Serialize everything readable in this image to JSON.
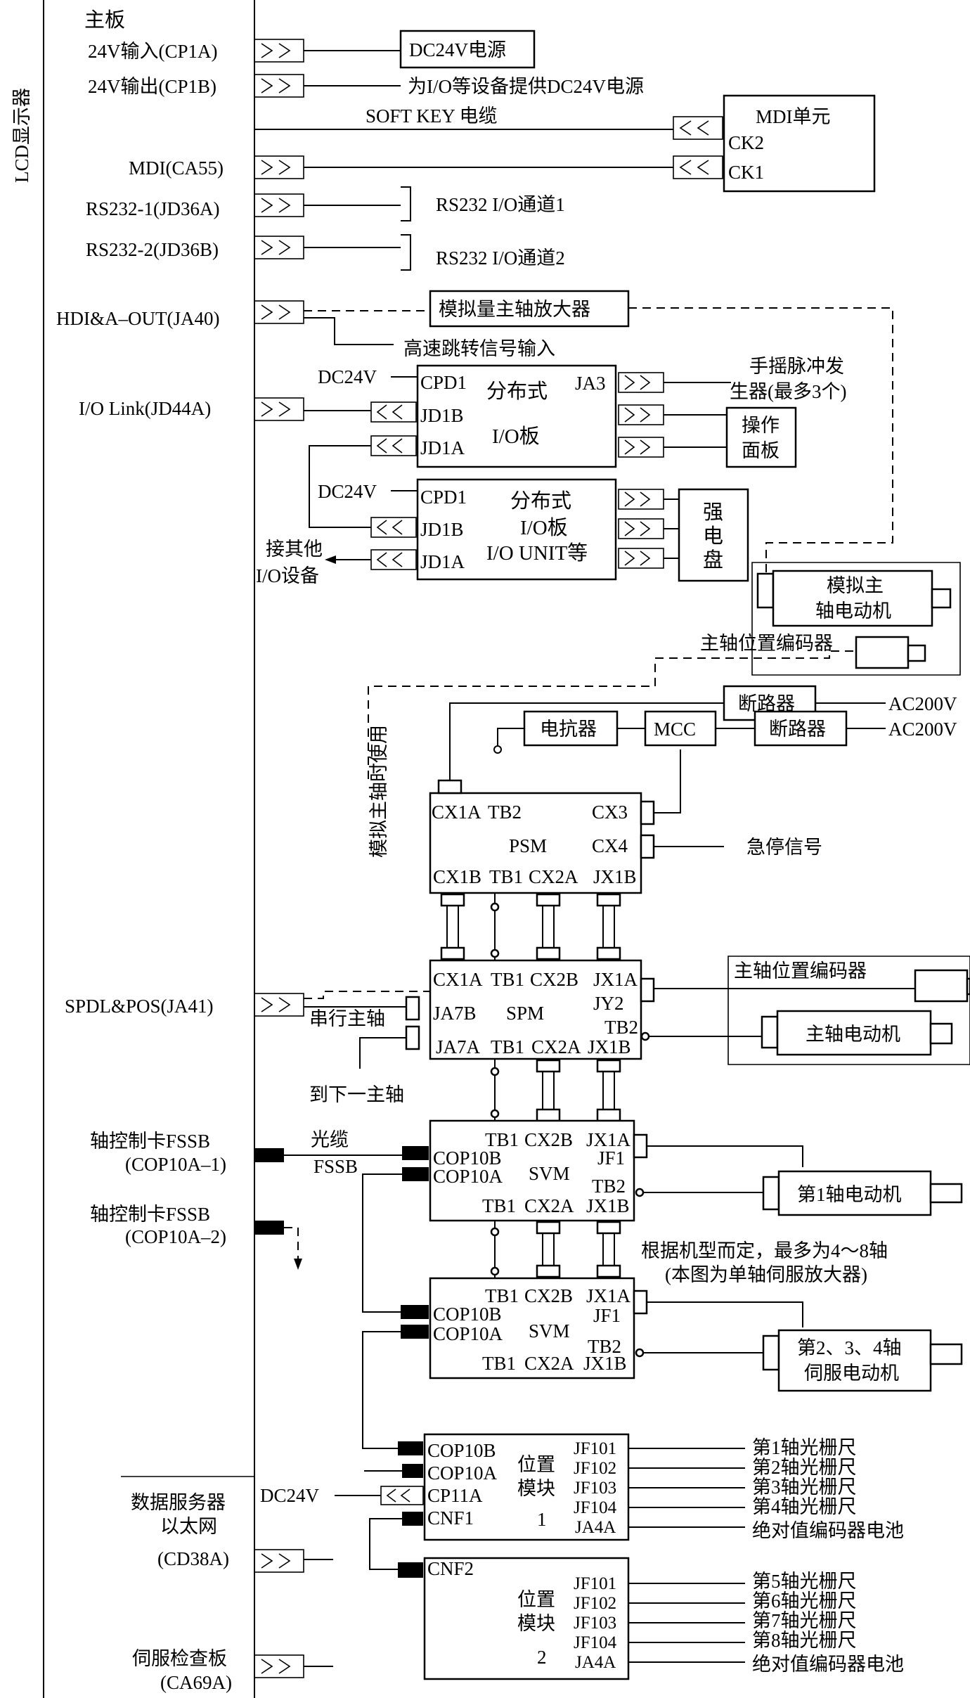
{
  "lcd": "LCD显示器",
  "mainboard": {
    "title": "主板",
    "ports": [
      "24V输入(CP1A)",
      "24V输出(CP1B)",
      "MDI(CA55)",
      "RS232-1(JD36A)",
      "RS232-2(JD36B)",
      "HDI&A–OUT(JA40)",
      "I/O Link(JD44A)",
      "SPDL&POS(JA41)",
      "轴控制卡FSSB",
      "(COP10A–1)",
      "轴控制卡FSSB",
      "(COP10A–2)"
    ],
    "lower_ports": [
      "数据服务器",
      "以太网",
      "(CD38A)",
      "伺服检查板",
      "(CA69A)"
    ]
  },
  "top": {
    "dc_power": "DC24V电源",
    "dc_provide": "为I/O等设备提供DC24V电源",
    "softkey": "SOFT KEY 电缆",
    "mdi_unit": "MDI单元",
    "ck2": "CK2",
    "ck1": "CK1",
    "rs_ch1": "RS232 I/O通道1",
    "rs_ch2": "RS232 I/O通道2",
    "analog_amp": "模拟量主轴放大器",
    "skip_input": "高速跳转信号输入"
  },
  "io": {
    "dc24v": "DC24V",
    "cpd1": "CPD1",
    "jd1b": "JD1B",
    "jd1a": "JD1A",
    "ja3": "JA3",
    "dist": "分布式",
    "ioboard": "I/O板",
    "iounit": "I/O UNIT等",
    "mpg_1": "手摇脉冲发",
    "mpg_2": "生器(最多3个)",
    "op_1": "操作",
    "op_2": "面板",
    "cab_1": "强",
    "cab_2": "电",
    "cab_3": "盘",
    "other_1": "接其他",
    "other_2": "I/O设备"
  },
  "spindle": {
    "analog_motor_1": "模拟主",
    "analog_motor_2": "轴电动机",
    "encoder": "主轴位置编码器",
    "analog_use": "模拟主轴时使用",
    "breaker": "断路器",
    "ac200v": "AC200V",
    "reactor": "电抗器",
    "mcc": "MCC",
    "estop": "急停信号",
    "serial": "串行主轴",
    "next_spindle": "到下一主轴",
    "spindle_motor": "主轴电动机"
  },
  "psm": {
    "cx1a": "CX1A",
    "tb2": "TB2",
    "cx3": "CX3",
    "name": "PSM",
    "cx4": "CX4",
    "cx1b": "CX1B",
    "tb1": "TB1",
    "cx2a": "CX2A",
    "jx1b": "JX1B"
  },
  "spm": {
    "cx1a": "CX1A",
    "tb1": "TB1",
    "cx2b": "CX2B",
    "jx1a": "JX1A",
    "ja7b": "JA7B",
    "name": "SPM",
    "jy2": "JY2",
    "tb2": "TB2",
    "ja7a": "JA7A",
    "tb1b": "TB1",
    "cx2a": "CX2A",
    "jx1b": "JX1B"
  },
  "svm1": {
    "cop10b": "COP10B",
    "cop10a": "COP10A",
    "tb1": "TB1",
    "cx2b": "CX2B",
    "jx1a": "JX1A",
    "jf1": "JF1",
    "name": "SVM",
    "tb2": "TB2",
    "tb1b": "TB1",
    "cx2a": "CX2A",
    "jx1b": "JX1B",
    "motor": "第1轴电动机"
  },
  "fssb": {
    "cable": "光缆",
    "name": "FSSB"
  },
  "note": {
    "l1": "根据机型而定，最多为4～8轴",
    "l2": "(本图为单轴伺服放大器)"
  },
  "svm2": {
    "cop10b": "COP10B",
    "cop10a": "COP10A",
    "tb1": "TB1",
    "cx2b": "CX2B",
    "jx1a": "JX1A",
    "jf1": "JF1",
    "name": "SVM",
    "tb2": "TB2",
    "tb1b": "TB1",
    "cx2a": "CX2A",
    "jx1b": "JX1B",
    "motor_1": "第2、3、4轴",
    "motor_2": "伺服电动机"
  },
  "pos1": {
    "cop10b": "COP10B",
    "cop10a": "COP10A",
    "cp11a": "CP11A",
    "cnf1": "CNF1",
    "name_1": "位置",
    "name_2": "模块",
    "num": "1",
    "ports": [
      "JF101",
      "JF102",
      "JF103",
      "JF104",
      "JA4A"
    ],
    "outs": [
      "第1轴光栅尺",
      "第2轴光栅尺",
      "第3轴光栅尺",
      "第4轴光栅尺",
      "绝对值编码器电池"
    ]
  },
  "pos2": {
    "cnf2": "CNF2",
    "name_1": "位置",
    "name_2": "模块",
    "num": "2",
    "ports": [
      "JF101",
      "JF102",
      "JF103",
      "JF104",
      "JA4A"
    ],
    "outs": [
      "第5轴光栅尺",
      "第6轴光栅尺",
      "第7轴光栅尺",
      "第8轴光栅尺",
      "绝对值编码器电池"
    ]
  },
  "dc24v_bottom": "DC24V"
}
